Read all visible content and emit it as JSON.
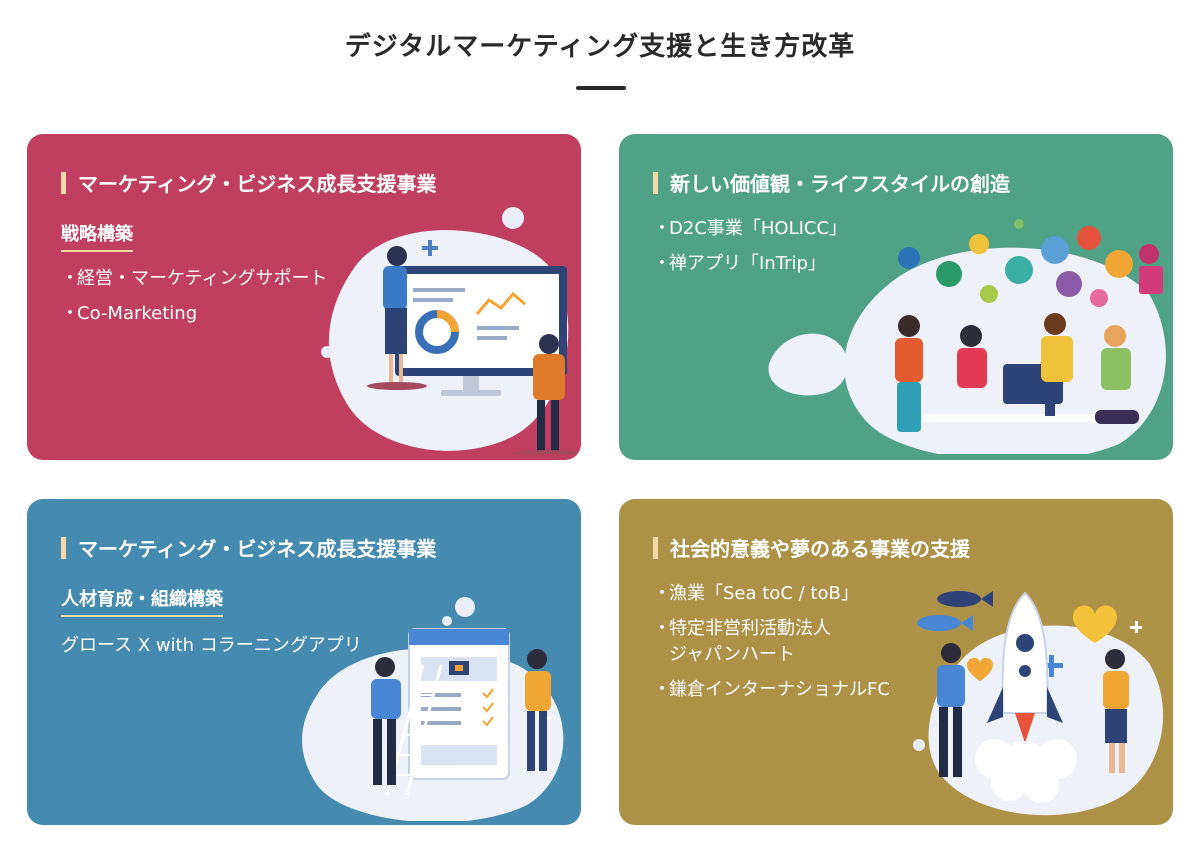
{
  "page": {
    "title": "デジタルマーケティング支援と生き方改革"
  },
  "cards": [
    {
      "heading": "マーケティング・ビジネス成長支援事業",
      "subheading": "戦略構築",
      "items": [
        "経営・マーケティングサポート",
        "Co-Marketing"
      ],
      "color": "#c03e60"
    },
    {
      "heading": "新しい価値観・ライフスタイルの創造",
      "items": [
        "D2C事業「HOLICC」",
        "禅アプリ「InTrip」"
      ],
      "color": "#4fa286"
    },
    {
      "heading": "マーケティング・ビジネス成長支援事業",
      "subheading": "人材育成・組織構築",
      "line": "グロース X with コラーニングアプリ",
      "color": "#458bb0"
    },
    {
      "heading": "社会的意義や夢のある事業の支援",
      "items": [
        "漁業「Sea toC / toB」",
        "特定非営利活動法人\nジャパンハート",
        "鎌倉インターナショナルFC"
      ],
      "color": "#ad9147"
    }
  ],
  "bullet": "・",
  "accent_color": "#f4d8a8",
  "icons": [
    "plus-icon",
    "fish-icon",
    "heart-icon",
    "rocket-icon",
    "checkmark-icon"
  ]
}
